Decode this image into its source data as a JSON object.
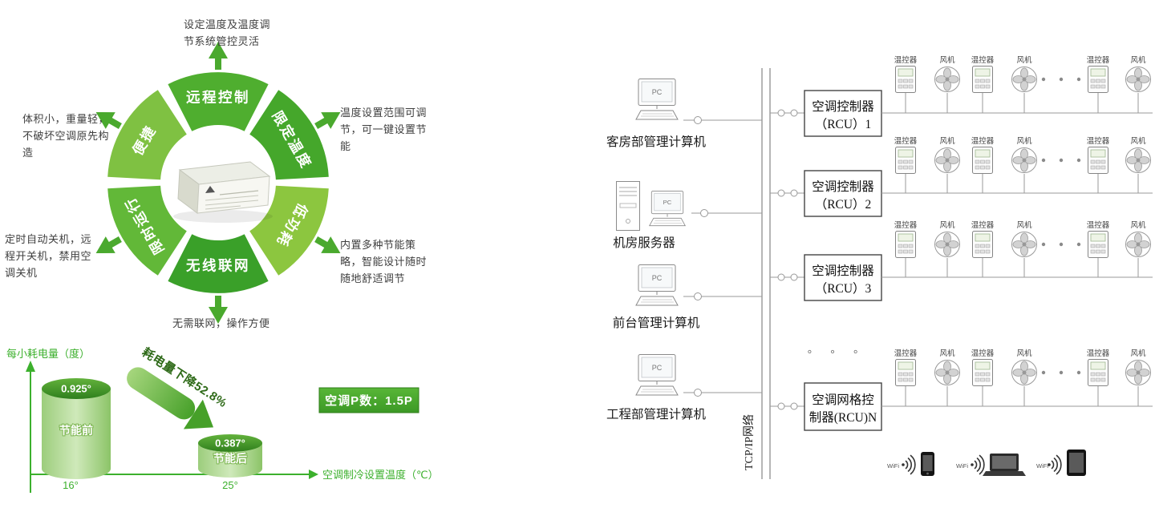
{
  "colors": {
    "wheel_greens": [
      "#4fae2f",
      "#45a72b",
      "#8cc63f",
      "#3aa029",
      "#62b838",
      "#7fc142"
    ],
    "axis_green": "#3cb02d",
    "badge_green": "#3fa62c"
  },
  "wheel": {
    "segments": [
      {
        "label": "远程控制"
      },
      {
        "label": "限定温度"
      },
      {
        "label": "低功耗"
      },
      {
        "label": "无线联网"
      },
      {
        "label": "限时运行"
      },
      {
        "label": "便捷"
      }
    ],
    "callouts": {
      "top": "设定温度及温度调\n节系统管控灵活",
      "right_top": "温度设置范围可调\n节，可一键设置节\n能",
      "right_bottom": "内置多种节能策\n略，智能设计随时\n随地舒适调节",
      "bottom": "无需联网，操作方便",
      "left_top": "体积小，重量轻，\n不破坏空调原先构\n造",
      "left_bottom": "定时自动关机，远\n程开关机，禁用空\n调关机"
    }
  },
  "chart": {
    "y_axis_label": "每小耗电量（度）",
    "x_axis_label": "空调制冷设置温度（℃）",
    "bars": [
      {
        "value_label": "0.925°",
        "name": "节能前",
        "tick": "16°"
      },
      {
        "value_label": "0.387°",
        "name": "节能后",
        "tick": "25°"
      }
    ],
    "arrow_text": "耗电量下降52.8%",
    "badge": "空调P数：1.5P"
  },
  "chart_data": {
    "type": "bar",
    "categories": [
      "16°",
      "25°"
    ],
    "values": [
      0.925,
      0.387
    ],
    "bar_names": [
      "节能前",
      "节能后"
    ],
    "title": "",
    "xlabel": "空调制冷设置温度（℃）",
    "ylabel": "每小耗电量（度）",
    "ylim": [
      0,
      1
    ],
    "annotations": [
      "耗电量下降52.8%",
      "空调P数：1.5P"
    ],
    "legend": "off",
    "grid": "off"
  },
  "network": {
    "bus_label": "TCP/IP网络",
    "pc_text": "PC",
    "computers": [
      {
        "label": "客房部管理计算机"
      },
      {
        "label": "机房服务器"
      },
      {
        "label": "前台管理计算机"
      },
      {
        "label": "工程部管理计算机"
      }
    ],
    "rcus": [
      {
        "line1": "空调控制器",
        "line2": "（RCU）1"
      },
      {
        "line1": "空调控制器",
        "line2": "（RCU）2"
      },
      {
        "line1": "空调控制器",
        "line2": "（RCU）3"
      },
      {
        "line1": "空调网格控",
        "line2": "制器(RCU)N"
      }
    ],
    "rcu_dots": "。 。 。",
    "device_labels": {
      "thermostat": "温控器",
      "fan": "风机"
    },
    "device_sequence": [
      "thermostat",
      "fan",
      "thermostat",
      "fan",
      "dots",
      "thermostat",
      "fan"
    ],
    "wifi_label": "WiFi"
  }
}
